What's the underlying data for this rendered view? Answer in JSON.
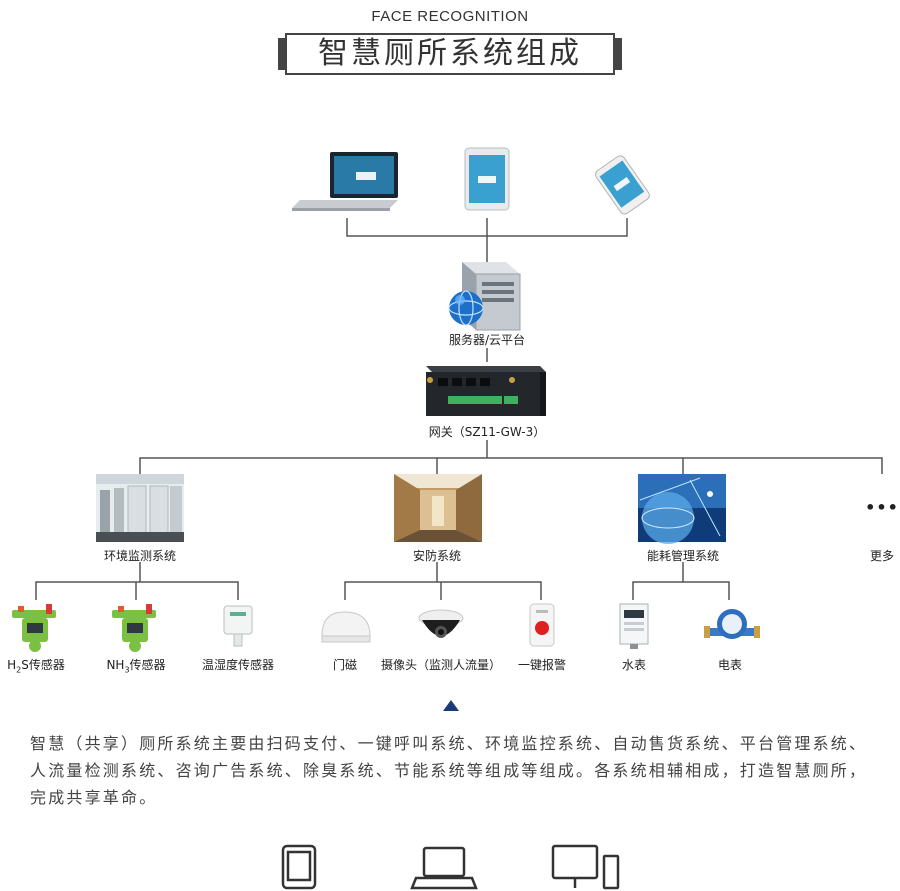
{
  "header": {
    "subtitle": "FACE RECOGNITION",
    "title": "智慧厕所系统组成"
  },
  "devices": [
    {
      "icon": "laptop-icon"
    },
    {
      "icon": "tablet-icon"
    },
    {
      "icon": "phone-icon"
    }
  ],
  "server": {
    "label": "服务器/云平台",
    "icon": "server-icon"
  },
  "gateway": {
    "label": "网关（SZ11-GW-3）",
    "icon": "gateway-icon"
  },
  "systems": [
    {
      "label": "环境监测系统",
      "icon": "restroom-photo"
    },
    {
      "label": "安防系统",
      "icon": "hallway-photo"
    },
    {
      "label": "能耗管理系统",
      "icon": "globe-network-photo"
    },
    {
      "label": "更多",
      "icon": "more-icon",
      "glyph": "•••"
    }
  ],
  "sensors": {
    "env": [
      {
        "label_main": "H",
        "label_sub": "2",
        "label_rest": "S传感器",
        "icon": "gas-detector-icon"
      },
      {
        "label_main": "NH",
        "label_sub": "3",
        "label_rest": "传感器",
        "icon": "gas-detector-icon"
      },
      {
        "label": "温湿度传感器",
        "icon": "thermo-hygro-sensor-icon"
      }
    ],
    "security": [
      {
        "label": "门磁",
        "icon": "door-sensor-icon"
      },
      {
        "label": "摄像头（监测人流量）",
        "icon": "dome-camera-icon"
      },
      {
        "label": "一键报警",
        "icon": "alarm-button-icon"
      }
    ],
    "energy": [
      {
        "label": "水表",
        "icon": "electric-meter-icon"
      },
      {
        "label": "电表",
        "icon": "water-meter-icon"
      }
    ]
  },
  "description": "智慧（共享）厕所系统主要由扫码支付、一键呼叫系统、环境监控系统、自动售货系统、平台管理系统、人流量检测系统、咨询广告系统、除臭系统、节能系统等组成等组成。各系统相辅相成，打造智慧厕所，完成共享革命。",
  "footer_icons": [
    {
      "icon": "tablet-outline-icon"
    },
    {
      "icon": "laptop-outline-icon"
    },
    {
      "icon": "desktop-outline-icon"
    }
  ],
  "colors": {
    "line": "#555555",
    "accent": "#1a3a7a",
    "title_border": "#444444"
  }
}
